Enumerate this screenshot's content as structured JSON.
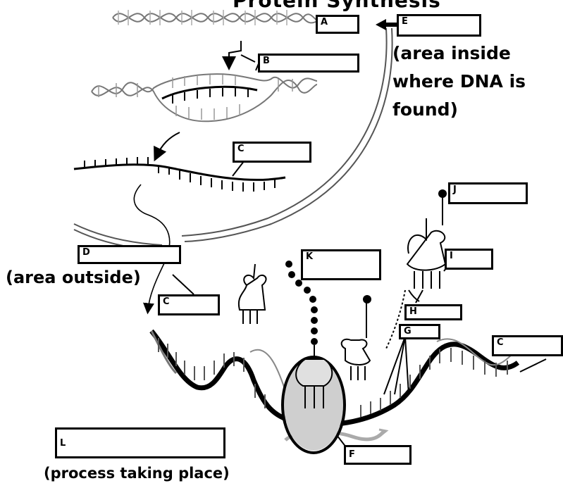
{
  "title_fragment": "Protein Synthesis",
  "labels": {
    "A": "A",
    "B": "B",
    "C1": "C",
    "C2": "C",
    "C3": "C",
    "D": "D",
    "E": "E",
    "F": "F",
    "G": "G",
    "H": "H",
    "I": "I",
    "J": "J",
    "K": "K",
    "L": "L"
  },
  "notes": {
    "inside_line1": "(area inside",
    "inside_line2": "where DNA is",
    "inside_line3": "found)",
    "outside": "(area outside)",
    "process": "(process taking place)"
  },
  "icons": {
    "dna": "dna-double-helix-icon",
    "trna": "trna-molecule-icon",
    "ribosome": "ribosome-icon",
    "arrow": "arrow-icon"
  }
}
